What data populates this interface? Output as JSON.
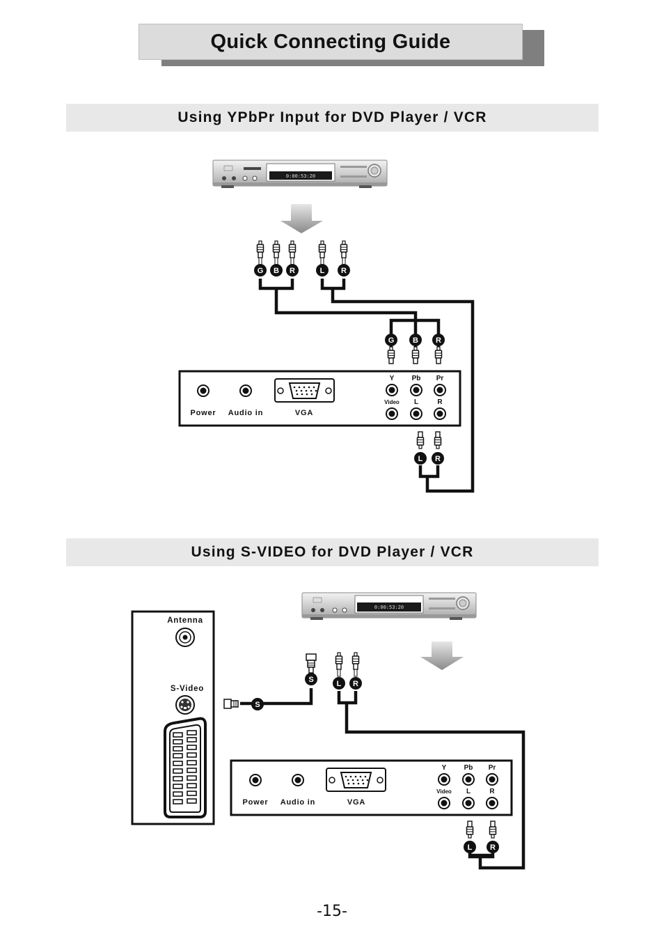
{
  "header": {
    "title": "Quick Connecting Guide"
  },
  "section1": {
    "title": "Using YPbPr Input for DVD Player / VCR",
    "dvd_display": "0:00:53:20",
    "cable_group1": [
      "G",
      "B",
      "R"
    ],
    "cable_group2": [
      "L",
      "R"
    ],
    "panel": {
      "power": "Power",
      "audio_in": "Audio in",
      "vga": "VGA",
      "y": "Y",
      "pb": "Pb",
      "pr": "Pr",
      "video": "Video",
      "l": "L",
      "r": "R"
    },
    "panel_top_plugs": [
      "G",
      "B",
      "R"
    ],
    "panel_bottom_plugs": [
      "L",
      "R"
    ]
  },
  "section2": {
    "title": "Using S-VIDEO for DVD Player / VCR",
    "dvd_display": "0:00:53:20",
    "side_panel": {
      "antenna": "Antenna",
      "svideo": "S-Video"
    },
    "svideo_plug": "S",
    "svideo_cable_end": "S",
    "audio_plugs": [
      "L",
      "R"
    ],
    "panel": {
      "power": "Power",
      "audio_in": "Audio in",
      "vga": "VGA",
      "y": "Y",
      "pb": "Pb",
      "pr": "Pr",
      "video": "Video",
      "l": "L",
      "r": "R"
    },
    "panel_bottom_plugs": [
      "L",
      "R"
    ]
  },
  "footer": {
    "page_number": "-15-"
  }
}
